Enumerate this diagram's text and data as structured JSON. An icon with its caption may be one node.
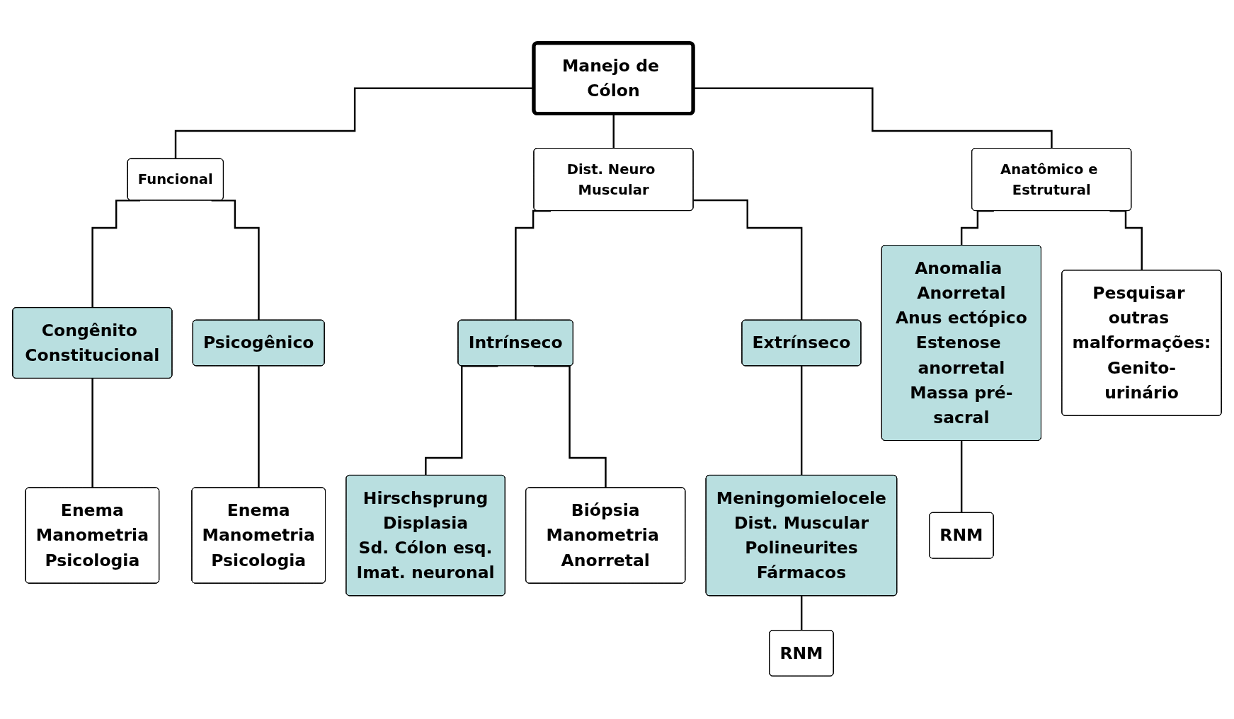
{
  "diagram": {
    "nodes": [
      {
        "text": [
          "Manejo de Cólon"
        ]
      },
      {
        "text": [
          "Funcional"
        ]
      },
      {
        "text": [
          "Dist. Neuro Muscular"
        ]
      },
      {
        "text": [
          "Anatômico e Estrutural"
        ]
      },
      {
        "text": [
          "Congênito Constitucional"
        ]
      },
      {
        "text": [
          "Psicogênico"
        ]
      },
      {
        "text": [
          "Intrínseco"
        ]
      },
      {
        "text": [
          "Extrínseco"
        ]
      },
      {
        "text": [
          "Anomalia Anorretal",
          "Anus ectópico",
          "Estenose anorretal",
          "Massa pré-sacral"
        ]
      },
      {
        "text": [
          "Pesquisar outras malformações:",
          "Genito-urinário"
        ]
      },
      {
        "text": [
          "Enema",
          "Manometria",
          "Psicologia"
        ]
      },
      {
        "text": [
          "Enema",
          "Manometria",
          "Psicologia"
        ]
      },
      {
        "text": [
          "Hirschsprung",
          "Displasia",
          "Sd. Cólon esq.",
          "Imat. neuronal"
        ]
      },
      {
        "text": [
          "Meningomielocele",
          "Dist. Muscular",
          "Polineurites",
          "Fármacos"
        ]
      },
      {
        "text": [
          "RNM"
        ]
      },
      {
        "text": [
          "Biópsia",
          "Manometria Anorretal"
        ]
      },
      {
        "text": [
          "RNM"
        ]
      }
    ],
    "edges": [
      {
        "from": 0,
        "to": 1,
        "arrow": "none"
      },
      {
        "from": 0,
        "to": 2,
        "arrow": "none"
      },
      {
        "from": 0,
        "to": 3,
        "arrow": "none"
      },
      {
        "from": 1,
        "to": 4,
        "arrow": "none"
      },
      {
        "from": 1,
        "to": 5,
        "arrow": "none"
      },
      {
        "from": 2,
        "to": 6,
        "arrow": "none"
      },
      {
        "from": 2,
        "to": 7,
        "arrow": "none"
      },
      {
        "from": 3,
        "to": 8,
        "arrow": "none"
      },
      {
        "from": 3,
        "to": 9,
        "arrow": "none"
      },
      {
        "from": 4,
        "to": 10,
        "arrow": "none"
      },
      {
        "from": 5,
        "to": 11,
        "arrow": "none"
      },
      {
        "from": 6,
        "to": 12,
        "arrow": "none"
      },
      {
        "from": 6,
        "to": 15,
        "arrow": "none"
      },
      {
        "from": 7,
        "to": 13,
        "arrow": "none"
      },
      {
        "from": 13,
        "to": 16,
        "arrow": "none"
      },
      {
        "from": 8,
        "to": 14,
        "arrow": "none"
      }
    ]
  }
}
